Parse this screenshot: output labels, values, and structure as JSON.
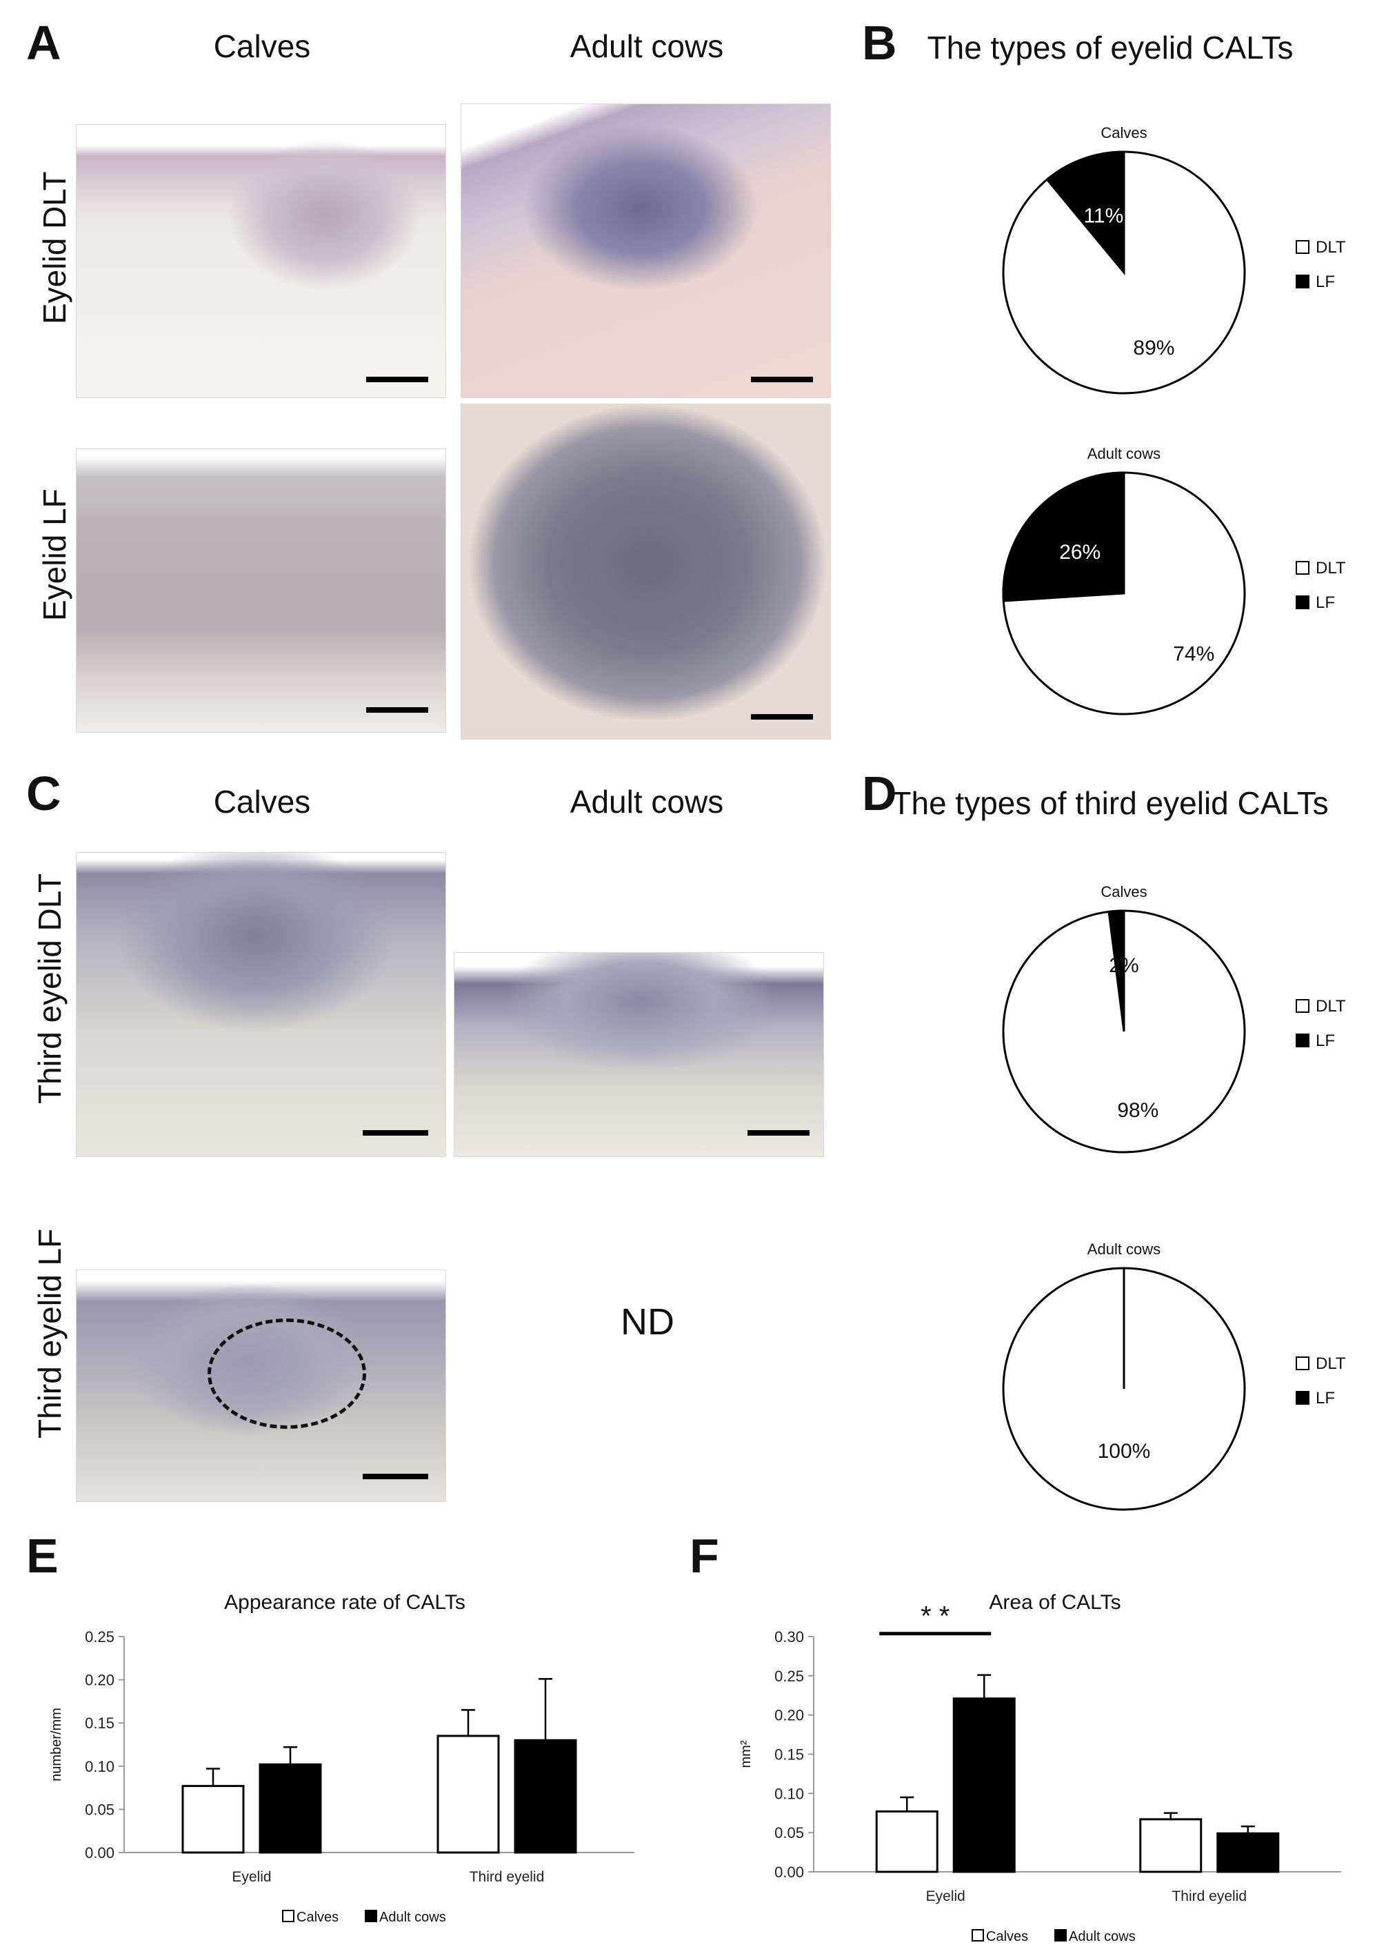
{
  "panels": {
    "a": {
      "letter": "A",
      "col_calves": "Calves",
      "col_adult": "Adult cows",
      "row_dlt": "Eyelid DLT",
      "row_lf": "Eyelid LF"
    },
    "b": {
      "letter": "B"
    },
    "c": {
      "letter": "C",
      "col_calves": "Calves",
      "col_adult": "Adult cows",
      "row_dlt": "Third eyelid DLT",
      "row_lf": "Third eyelid LF",
      "nd": "ND"
    },
    "d": {
      "letter": "D"
    },
    "e": {
      "letter": "E"
    },
    "f": {
      "letter": "F"
    }
  },
  "colors": {
    "dlt": "#ffffff",
    "lf": "#000000",
    "outline": "#000000"
  },
  "chart_data": [
    {
      "id": "B",
      "type": "pie",
      "title": "The types of eyelid CALTs",
      "legend": [
        "DLT",
        "LF"
      ],
      "legend_placement": "right",
      "pies": [
        {
          "subtitle": "Calves",
          "slices": [
            {
              "name": "DLT",
              "value": 89,
              "label": "89%"
            },
            {
              "name": "LF",
              "value": 11,
              "label": "11%"
            }
          ]
        },
        {
          "subtitle": "Adult cows",
          "slices": [
            {
              "name": "DLT",
              "value": 74,
              "label": "74%"
            },
            {
              "name": "LF",
              "value": 26,
              "label": "26%"
            }
          ]
        }
      ]
    },
    {
      "id": "D",
      "type": "pie",
      "title": "The types of third eyelid CALTs",
      "legend": [
        "DLT",
        "LF"
      ],
      "legend_placement": "right",
      "pies": [
        {
          "subtitle": "Calves",
          "slices": [
            {
              "name": "DLT",
              "value": 98,
              "label": "98%"
            },
            {
              "name": "LF",
              "value": 2,
              "label": "2%"
            }
          ]
        },
        {
          "subtitle": "Adult cows",
          "slices": [
            {
              "name": "DLT",
              "value": 100,
              "label": "100%"
            },
            {
              "name": "LF",
              "value": 0,
              "label": ""
            }
          ]
        }
      ]
    },
    {
      "id": "E",
      "type": "bar",
      "title": "Appearance rate of CALTs",
      "xlabel": "",
      "ylabel": "number/mm",
      "categories": [
        "Eyelid",
        "Third eyelid"
      ],
      "series": [
        {
          "name": "Calves",
          "values": [
            0.077,
            0.135
          ],
          "errors": [
            0.02,
            0.03
          ]
        },
        {
          "name": "Adult cows",
          "values": [
            0.102,
            0.13
          ],
          "errors": [
            0.02,
            0.071
          ]
        }
      ],
      "ylim": [
        0,
        0.25
      ],
      "yticks": [
        "0.00",
        "0.05",
        "0.10",
        "0.15",
        "0.20",
        "0.25"
      ],
      "grid": false,
      "legend_placement": "bottom"
    },
    {
      "id": "F",
      "type": "bar",
      "title": "Area of CALTs",
      "xlabel": "",
      "ylabel": "mm²",
      "categories": [
        "Eyelid",
        "Third eyelid"
      ],
      "series": [
        {
          "name": "Calves",
          "values": [
            0.077,
            0.067
          ],
          "errors": [
            0.018,
            0.008
          ]
        },
        {
          "name": "Adult cows",
          "values": [
            0.221,
            0.049
          ],
          "errors": [
            0.03,
            0.009
          ]
        }
      ],
      "ylim": [
        0,
        0.3
      ],
      "yticks": [
        "0.00",
        "0.05",
        "0.10",
        "0.15",
        "0.20",
        "0.25",
        "0.30"
      ],
      "grid": false,
      "legend_placement": "bottom",
      "annotations": [
        {
          "text": "* *",
          "category": "Eyelid"
        }
      ]
    }
  ]
}
